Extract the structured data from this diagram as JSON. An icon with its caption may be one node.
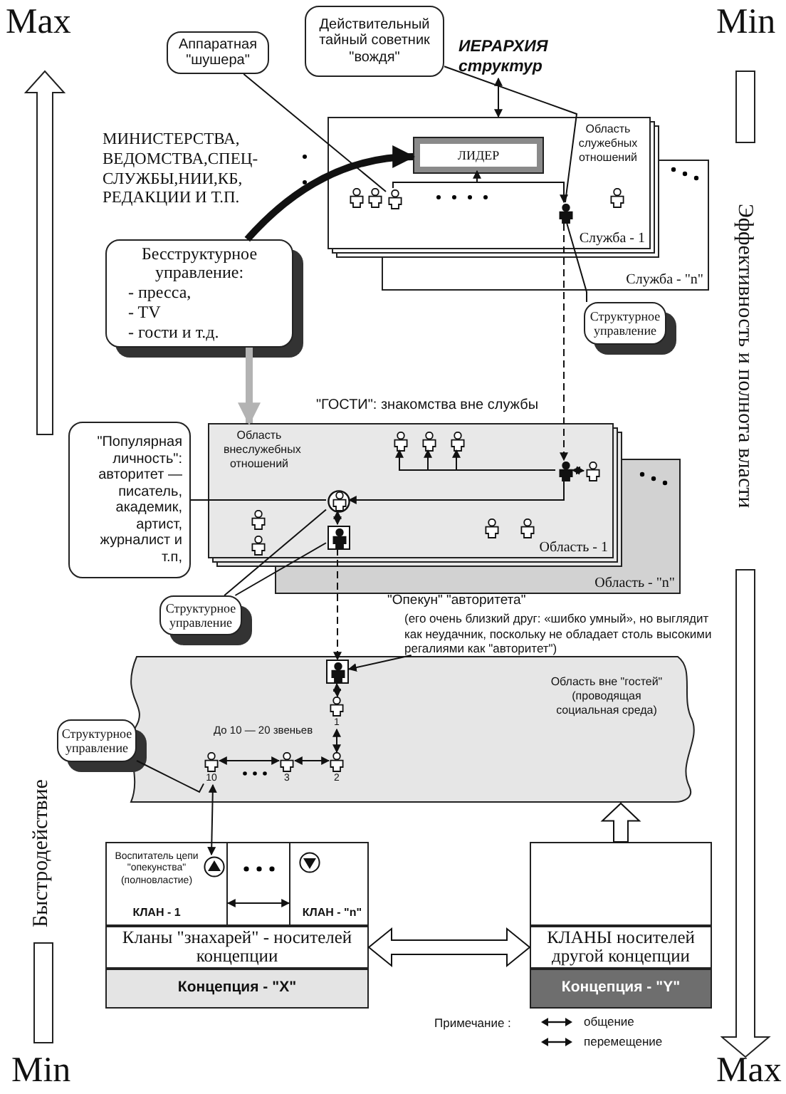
{
  "diagram": {
    "nodes": [
      {
        "text": [
          "Аппаратная \"шушера\""
        ]
      },
      {
        "text": [
          "Действительный тайный советник \"вождя\""
        ]
      },
      {
        "text": [
          "Служба - \"n\""
        ]
      },
      {
        "text": [
          "Область служебных отношений",
          "Служба - 1"
        ]
      },
      {
        "text": [
          "ЛИДЕР"
        ],
        "in": 3
      },
      {
        "text": [],
        "shape": "person",
        "in": 3
      },
      {
        "text": [],
        "shape": "person",
        "in": 3
      },
      {
        "text": [
          "Структурное управление"
        ]
      },
      {
        "text": [
          "Бесструктурное управление:",
          "- пресса,",
          "- TV",
          "- гости и т.д."
        ]
      },
      {
        "text": [
          "Область - \"n\""
        ]
      },
      {
        "text": [
          "Область внеслужебных отношений",
          "Область - 1"
        ]
      },
      {
        "text": [],
        "shape": "person",
        "in": 10
      },
      {
        "text": [],
        "shape": "person",
        "in": 10
      },
      {
        "text": [],
        "shape": "person",
        "in": 10
      },
      {
        "text": [],
        "shape": "person",
        "in": 10
      },
      {
        "text": [],
        "shape": "person",
        "in": 10
      },
      {
        "text": [],
        "shape": "person",
        "in": 10
      },
      {
        "text": [],
        "shape": "person",
        "in": 10
      },
      {
        "text": [
          "\"Популярная личность\": авторитет — писатель, академик, артист, журналист и т.п,"
        ]
      },
      {
        "text": [
          "Структурное управление"
        ]
      },
      {
        "text": [
          "\"Опекун\" \"авторитета\"",
          "(его очень близкий друг: «шибко умный», но выглядит как неудачник, поскольку не обладает столь высокими регалиями как \"авторитет\")"
        ]
      },
      {
        "text": [
          "Область вне \"гостей\" (проводящая социальная среда)"
        ]
      },
      {
        "text": [],
        "shape": "person",
        "in": 21
      },
      {
        "text": [],
        "shape": "person",
        "in": 21,
        "beside": [
          "1"
        ]
      },
      {
        "text": [],
        "shape": "person",
        "in": 21,
        "beside": [
          "2"
        ]
      },
      {
        "text": [],
        "shape": "person",
        "in": 21,
        "beside": [
          "3"
        ]
      },
      {
        "text": [],
        "shape": "person",
        "in": 21,
        "beside": [
          "10"
        ]
      },
      {
        "text": [
          "Структурное управление"
        ]
      },
      {
        "text": [
          "Воспитатель цепи \"опекунства\" (полновластие)",
          "КЛАН - 1"
        ]
      },
      {
        "text": [],
        "shape": "circle",
        "in": 28
      },
      {
        "text": [
          "КЛАН - \"n\""
        ]
      },
      {
        "text": [
          "Кланы \"знахарей\" - носителей концепции"
        ]
      },
      {
        "text": [
          "Концепция - \"X\""
        ]
      },
      {
        "text": [],
        "shape": "box"
      },
      {
        "text": [
          "КЛАНЫ носителей другой концепции"
        ]
      },
      {
        "text": [
          "Концепция - \"Y\""
        ]
      },
      {
        "text": [
          "ИЕРАРХИЯ структур"
        ]
      }
    ],
    "edges": [
      {
        "from": 0,
        "to": 5,
        "arrow": "none"
      },
      {
        "from": 1,
        "to": 6,
        "arrow": "none"
      },
      {
        "from": 7,
        "to": 6,
        "arrow": "none"
      },
      {
        "from": 36,
        "to": 3,
        "arrow": "both"
      },
      {
        "from": 5,
        "to": 4,
        "arrow": "to"
      },
      {
        "from": 4,
        "to": 6,
        "arrow": "to"
      },
      {
        "from": 6,
        "to": 11,
        "arrow": "to",
        "style": "dashed"
      },
      {
        "from": 11,
        "to": 12,
        "arrow": "both"
      },
      {
        "from": 11,
        "to": 13,
        "arrow": "to"
      },
      {
        "from": 11,
        "to": 14,
        "arrow": "to"
      },
      {
        "from": 11,
        "to": 15,
        "arrow": "to"
      },
      {
        "from": 11,
        "to": 16,
        "arrow": "to"
      },
      {
        "from": 16,
        "to": 17,
        "arrow": "both"
      },
      {
        "from": 18,
        "to": 16,
        "arrow": "none"
      },
      {
        "from": 19,
        "to": 16,
        "arrow": "none"
      },
      {
        "from": 19,
        "to": 17,
        "arrow": "none"
      },
      {
        "from": 17,
        "to": 22,
        "arrow": "to",
        "style": "dashed"
      },
      {
        "from": 20,
        "to": 22,
        "arrow": "to"
      },
      {
        "from": 23,
        "to": 22,
        "arrow": "both"
      },
      {
        "from": 23,
        "to": 24,
        "arrow": "both"
      },
      {
        "from": 24,
        "to": 25,
        "arrow": "both"
      },
      {
        "from": 25,
        "to": 26,
        "arrow": "both"
      },
      {
        "from": 27,
        "to": 26,
        "arrow": "none"
      },
      {
        "from": 26,
        "to": 29,
        "arrow": "both"
      },
      {
        "from": 28,
        "to": 30,
        "arrow": "both"
      },
      {
        "from": 31,
        "to": 34,
        "arrow": "both",
        "style": "thick"
      },
      {
        "from": 33,
        "to": 21,
        "arrow": "to",
        "style": "thick"
      },
      {
        "from": 8,
        "to": 4,
        "arrow": "to",
        "style": "thick"
      },
      {
        "from": 8,
        "to": 10,
        "arrow": "to",
        "style": "thick",
        "color": "#b3b3b3"
      }
    ],
    "labels": [
      "Max",
      "Min",
      "МИНИСТЕРСТВА, ВЕДОМСТВА,СПЕЦ-СЛУЖБЫ,НИИ,КБ, РЕДАКЦИИ И Т.П.",
      "Эффективность и полнота власти",
      "\"ГОСТИ\": знакомства вне службы",
      "До 10 — 20 звеньев",
      "Быстродействие",
      "Min",
      "Max",
      "Примечание :"
    ],
    "legend": [
      {
        "text": "общение"
      },
      {
        "text": "перемещение"
      }
    ]
  }
}
